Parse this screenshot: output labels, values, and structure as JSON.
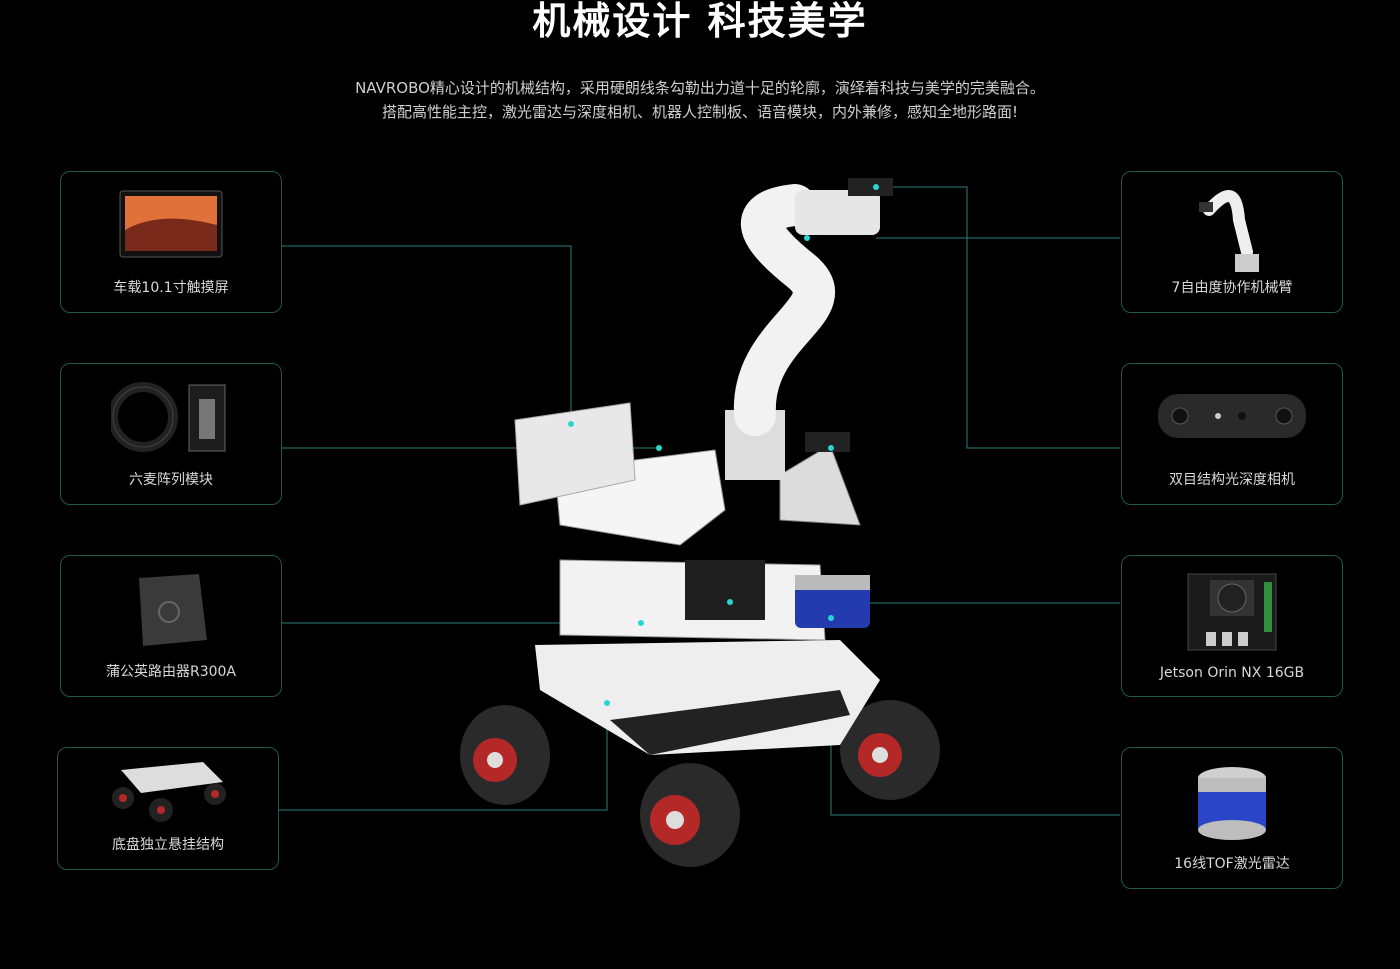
{
  "header": {
    "title": "机械设计 科技美学",
    "subtitle_line1": "NAVROBO精心设计的机械结构，采用硬朗线条勾勒出力道十足的轮廓，演绎着科技与美学的完美融合。",
    "subtitle_line2": "搭配高性能主控，激光雷达与深度相机、机器人控制板、语音模块，内外兼修，感知全地形路面!"
  },
  "features_left": [
    {
      "label": "车载10.1寸触摸屏",
      "icon": "touchscreen-icon"
    },
    {
      "label": "六麦阵列模块",
      "icon": "mic-array-icon"
    },
    {
      "label": "蒲公英路由器R300A",
      "icon": "router-icon"
    },
    {
      "label": "底盘独立悬挂结构",
      "icon": "chassis-icon"
    }
  ],
  "features_right": [
    {
      "label": "7自由度协作机械臂",
      "icon": "robot-arm-icon"
    },
    {
      "label": "双目结构光深度相机",
      "icon": "depth-camera-icon"
    },
    {
      "label": "Jetson Orin NX 16GB",
      "icon": "jetson-board-icon"
    },
    {
      "label": "16线TOF激光雷达",
      "icon": "lidar-icon"
    }
  ],
  "colors": {
    "background": "#000000",
    "accent": "#2ad6d0",
    "border": "#1f5650"
  }
}
